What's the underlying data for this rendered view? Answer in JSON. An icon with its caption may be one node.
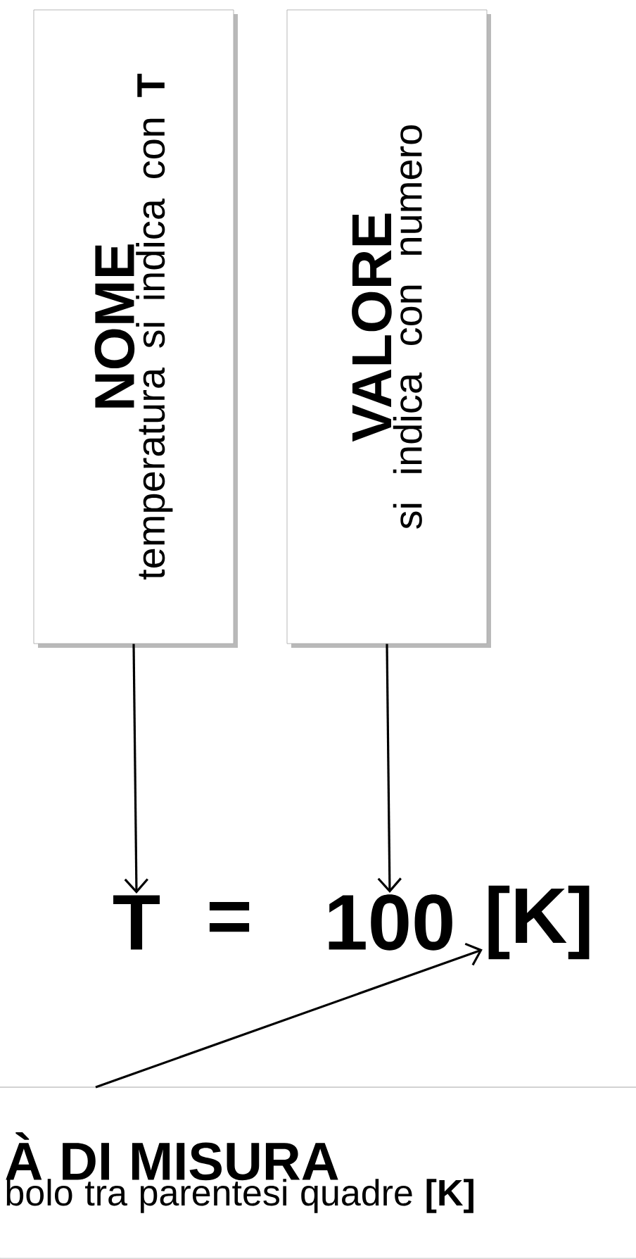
{
  "diagram": {
    "nodes": [
      {
        "text": [
          "NOME",
          "temperatura si indica con **T**"
        ]
      },
      {
        "text": [
          "VALORE",
          "si indica con numero"
        ]
      },
      {
        "text": [
          "T"
        ]
      },
      {
        "text": [
          "100"
        ]
      },
      {
        "text": [
          "[K]"
        ]
      },
      {
        "text": [
          "À DI MISURA",
          "bolo tra parentesi quadre **[K]**"
        ]
      }
    ],
    "edges": [
      {
        "from": 0,
        "to": 2,
        "arrow": "to"
      },
      {
        "from": 1,
        "to": 3,
        "arrow": "to"
      },
      {
        "from": 5,
        "to": 4,
        "arrow": "to"
      }
    ],
    "labels": [
      "="
    ]
  }
}
